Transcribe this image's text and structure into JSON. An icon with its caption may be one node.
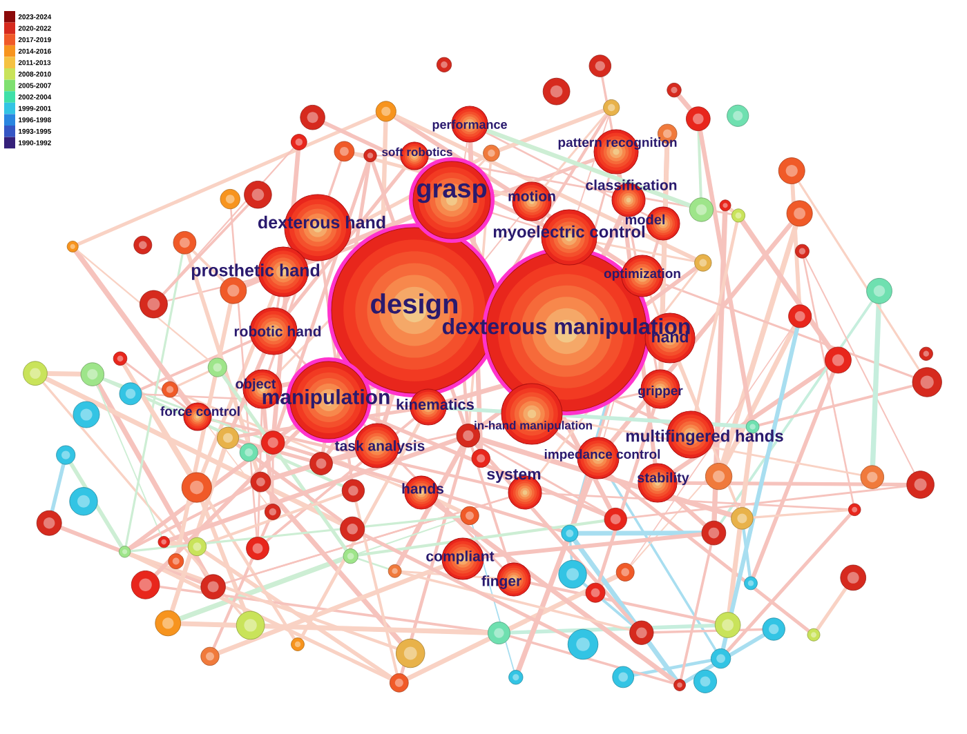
{
  "diagram": {
    "nodes": [
      {
        "text": [
          "design"
        ]
      },
      {
        "text": [
          "dexterous manipulation"
        ]
      },
      {
        "text": [
          "grasp"
        ]
      },
      {
        "text": [
          "manipulation"
        ]
      },
      {
        "text": [
          "dexterous hand"
        ]
      },
      {
        "text": [
          "prosthetic hand"
        ]
      },
      {
        "text": [
          "robotic hand"
        ]
      },
      {
        "text": [
          "object"
        ]
      },
      {
        "text": [
          "force control"
        ]
      },
      {
        "text": [
          "kinematics"
        ]
      },
      {
        "text": [
          "task analysis"
        ]
      },
      {
        "text": [
          "hands"
        ]
      },
      {
        "text": [
          "system"
        ]
      },
      {
        "text": [
          "compliant"
        ]
      },
      {
        "text": [
          "finger"
        ]
      },
      {
        "text": [
          "in-hand manipulation"
        ]
      },
      {
        "text": [
          "impedance control"
        ]
      },
      {
        "text": [
          "multifingered hands"
        ]
      },
      {
        "text": [
          "stability"
        ]
      },
      {
        "text": [
          "gripper"
        ]
      },
      {
        "text": [
          "hand"
        ]
      },
      {
        "text": [
          "optimization"
        ]
      },
      {
        "text": [
          "model"
        ]
      },
      {
        "text": [
          "myoelectric control"
        ]
      },
      {
        "text": [
          "classification"
        ]
      },
      {
        "text": [
          "pattern recognition"
        ]
      },
      {
        "text": [
          "motion"
        ]
      },
      {
        "text": [
          "soft robotics"
        ]
      },
      {
        "text": [
          "performance"
        ]
      }
    ],
    "legend": [
      {
        "text": "2023-2024",
        "color": "#8b0a0a"
      },
      {
        "text": "2020-2022",
        "color": "#d62a1e"
      },
      {
        "text": "2017-2019",
        "color": "#f05a28"
      },
      {
        "text": "2014-2016",
        "color": "#f7941e"
      },
      {
        "text": "2011-2013",
        "color": "#f5c242"
      },
      {
        "text": "2008-2010",
        "color": "#c9e35a"
      },
      {
        "text": "2005-2007",
        "color": "#7fe070"
      },
      {
        "text": "2002-2004",
        "color": "#3fe0a8"
      },
      {
        "text": "1999-2001",
        "color": "#33c4e4"
      },
      {
        "text": "1996-1998",
        "color": "#2a86e0"
      },
      {
        "text": "1993-1995",
        "color": "#3556c4"
      },
      {
        "text": "1990-1992",
        "color": "#35207a"
      }
    ]
  }
}
